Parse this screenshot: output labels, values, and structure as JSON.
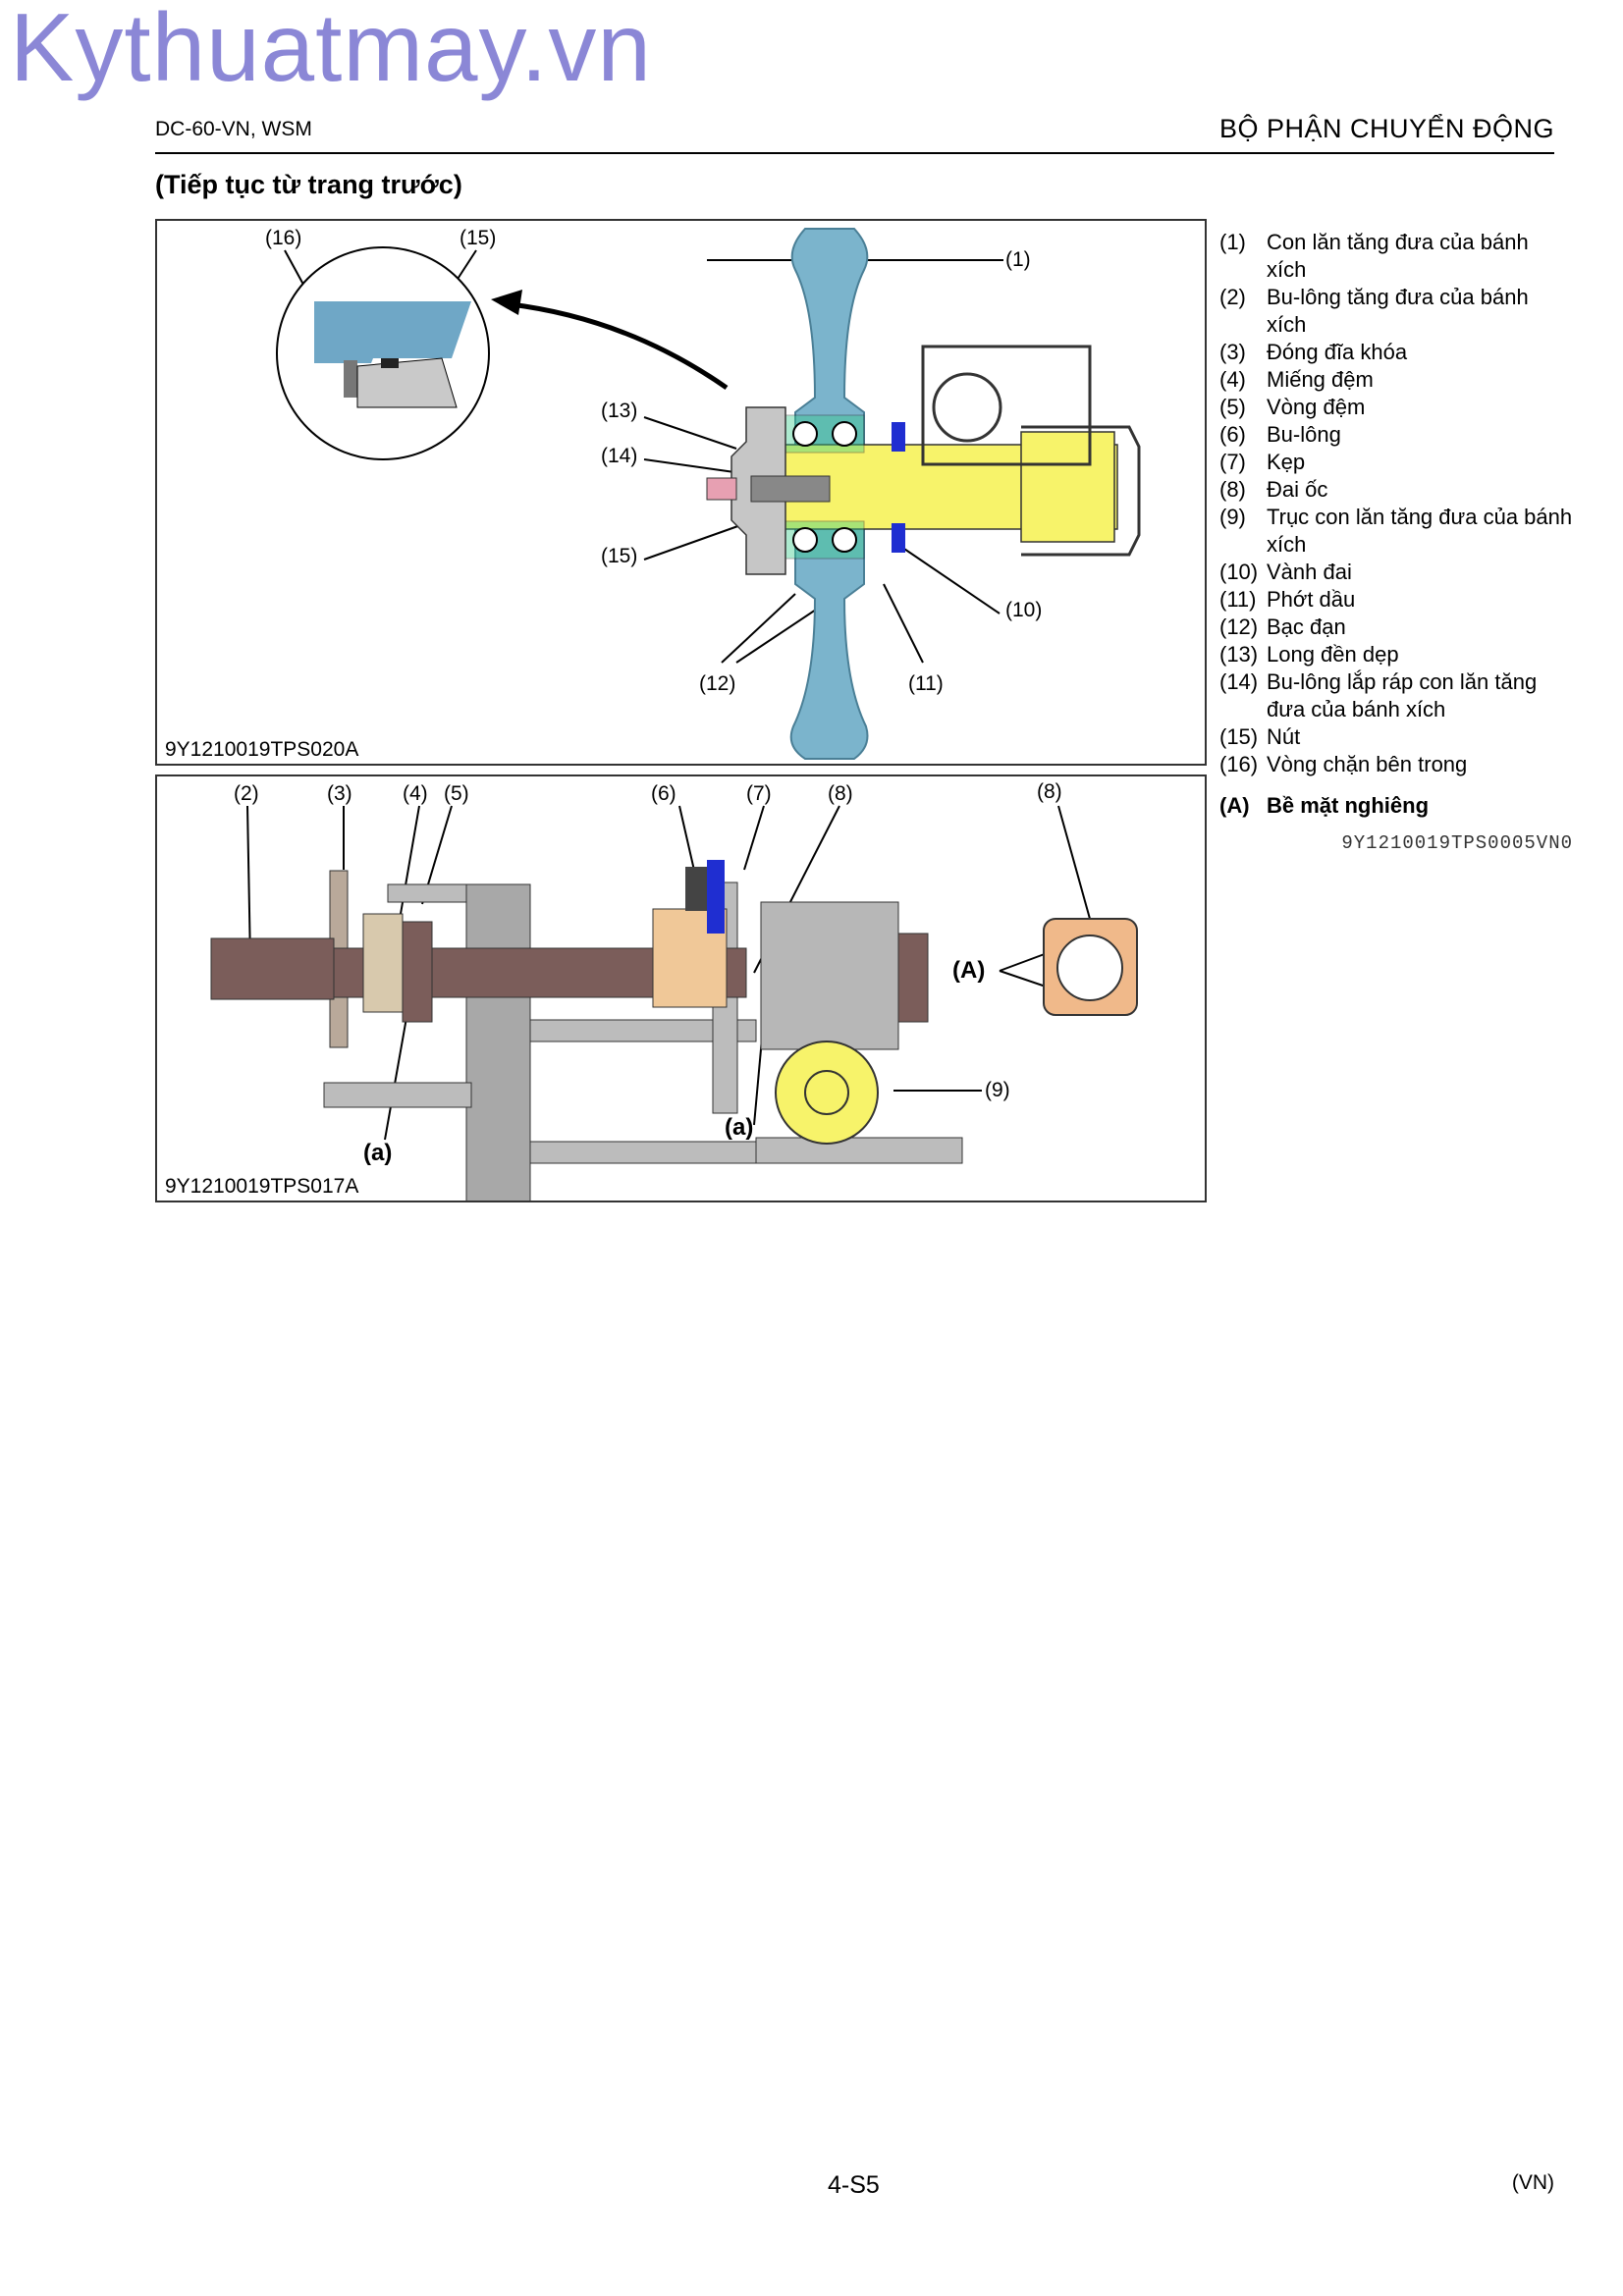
{
  "watermark": "Kythuatmay.vn",
  "header": {
    "doc_code": "DC-60-VN, WSM",
    "section": "BỘ PHẬN CHUYỂN ĐỘNG"
  },
  "continued": "(Tiếp tục từ trang trước)",
  "figure1": {
    "code": "9Y1210019TPS020A",
    "callouts": [
      "(16)",
      "(15)",
      "(1)",
      "(13)",
      "(14)",
      "(15)",
      "(10)",
      "(12)",
      "(11)"
    ]
  },
  "figure2": {
    "code": "9Y1210019TPS017A",
    "callouts": [
      "(2)",
      "(3)",
      "(4)",
      "(5)",
      "(6)",
      "(7)",
      "(8)",
      "(8)",
      "(A)",
      "(9)",
      "(a)",
      "(a)"
    ]
  },
  "legend": {
    "items": [
      {
        "num": "(1)",
        "text": "Con lăn tăng đưa của bánh xích"
      },
      {
        "num": "(2)",
        "text": "Bu-lông tăng đưa của bánh xích"
      },
      {
        "num": "(3)",
        "text": "Đóng đĩa khóa"
      },
      {
        "num": "(4)",
        "text": "Miếng đệm"
      },
      {
        "num": "(5)",
        "text": "Vòng đệm"
      },
      {
        "num": "(6)",
        "text": "Bu-lông"
      },
      {
        "num": "(7)",
        "text": "Kẹp"
      },
      {
        "num": "(8)",
        "text": "Đai ốc"
      },
      {
        "num": "(9)",
        "text": "Trục con lăn tăng đưa của bánh xích"
      },
      {
        "num": "(10)",
        "text": "Vành đai"
      },
      {
        "num": "(11)",
        "text": "Phớt dầu"
      },
      {
        "num": "(12)",
        "text": "Bạc đạn"
      },
      {
        "num": "(13)",
        "text": "Long đền dẹp"
      },
      {
        "num": "(14)",
        "text": "Bu-lông lắp ráp con lăn tăng đưa của bánh xích"
      },
      {
        "num": "(15)",
        "text": "Nút"
      },
      {
        "num": "(16)",
        "text": "Vòng chặn bên trong"
      }
    ],
    "a_num": "(A)",
    "a_text": "Bề mặt nghiêng",
    "code": "9Y1210019TPS0005VN0"
  },
  "footer": {
    "page": "4-S5",
    "lang": "(VN)"
  }
}
